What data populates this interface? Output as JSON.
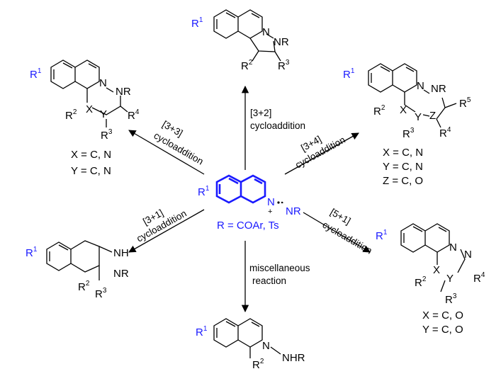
{
  "center": {
    "substituent_r1": "R",
    "r1_sup": "1",
    "n_atom": "N",
    "plus": "+",
    "minus_dot": "-",
    "n_right": "N",
    "nr_group": "NR",
    "r_definition": "R = COAr, Ts"
  },
  "arrows": {
    "top": {
      "line1": "[3+2]",
      "line2": "cycloaddition"
    },
    "top_left": {
      "line1": "[3+3]",
      "line2": "cycloaddition"
    },
    "top_right": {
      "line1": "[3+4]",
      "line2": "cycloaddition"
    },
    "bottom_left": {
      "line1": "[3+1]",
      "line2": "cycloaddition"
    },
    "bottom_right": {
      "line1": "[5+1]",
      "line2": "cycloaddition"
    },
    "bottom": {
      "line1": "miscellaneous",
      "line2": "reaction"
    }
  },
  "products": {
    "p32": {
      "r1": "R",
      "r1_sup": "1",
      "n1": "N",
      "nr": "NR",
      "r2": "R",
      "r2_sup": "2",
      "r3": "R",
      "r3_sup": "3"
    },
    "p33": {
      "r1": "R",
      "r1_sup": "1",
      "n1": "N",
      "nr": "NR",
      "x": "X",
      "y": "Y",
      "r2": "R",
      "r2_sup": "2",
      "r3": "R",
      "r3_sup": "3",
      "r4": "R",
      "r4_sup": "4",
      "cond1": "X = C, N",
      "cond2": "Y = C, N"
    },
    "p34": {
      "r1": "R",
      "r1_sup": "1",
      "n1": "N",
      "nr": "NR",
      "x": "X",
      "y": "Y",
      "z": "Z",
      "r2": "R",
      "r2_sup": "2",
      "r3": "R",
      "r3_sup": "3",
      "r4": "R",
      "r4_sup": "4",
      "r5": "R",
      "r5_sup": "5",
      "cond1": "X = C, N",
      "cond2": "Y = C, N",
      "cond3": "Z = C, O"
    },
    "p31": {
      "r1": "R",
      "r1_sup": "1",
      "nh": "NH",
      "nr": "NR",
      "r2": "R",
      "r2_sup": "2",
      "r3": "R",
      "r3_sup": "3"
    },
    "p51": {
      "r1": "R",
      "r1_sup": "1",
      "n1": "N",
      "n2": "N",
      "x": "X",
      "y": "Y",
      "r2": "R",
      "r2_sup": "2",
      "r3": "R",
      "r3_sup": "3",
      "r4": "R",
      "r4_sup": "4",
      "cond1": "X = C, O",
      "cond2": "Y = C, O"
    },
    "pmisc": {
      "r1": "R",
      "r1_sup": "1",
      "n1": "N",
      "nhr": "NHR",
      "r2": "R",
      "r2_sup": "2"
    }
  },
  "colors": {
    "highlight": "#1a1aff",
    "ink": "#000000"
  }
}
